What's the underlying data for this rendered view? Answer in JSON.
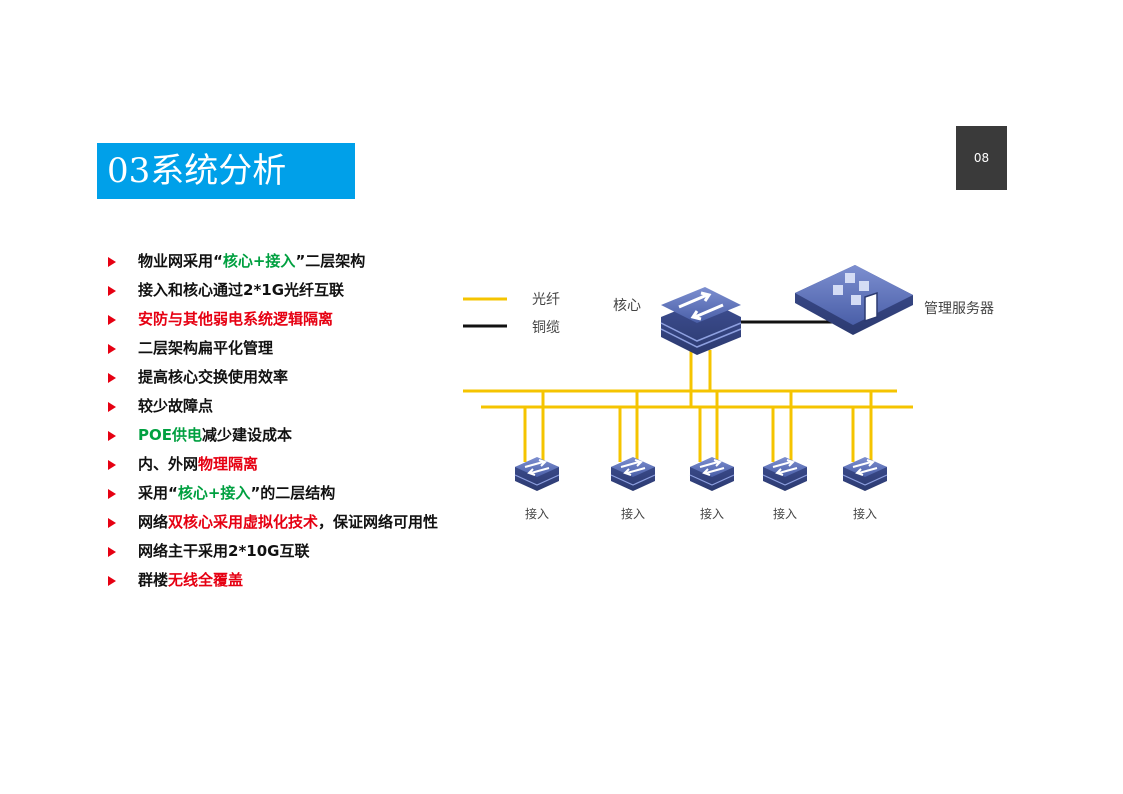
{
  "title": "03系统分析",
  "page_number": "08",
  "bullets": [
    {
      "parts": [
        {
          "text": "物业网采用“"
        },
        {
          "text": "核心+接入",
          "hl": "green"
        },
        {
          "text": "”二层架构"
        }
      ]
    },
    {
      "parts": [
        {
          "text": "接入和核心通过2*1G光纤互联"
        }
      ]
    },
    {
      "parts": [
        {
          "text": "安防与其他弱电系统逻辑隔离",
          "hl": "red"
        }
      ]
    },
    {
      "parts": [
        {
          "text": "二层架构扁平化管理"
        }
      ]
    },
    {
      "parts": [
        {
          "text": "提高核心交换使用效率"
        }
      ]
    },
    {
      "parts": [
        {
          "text": "较少故障点"
        }
      ]
    },
    {
      "parts": [
        {
          "text": "POE供电",
          "hl": "green"
        },
        {
          "text": "减少建设成本"
        }
      ]
    },
    {
      "parts": [
        {
          "text": "内、外网"
        },
        {
          "text": "物理隔离",
          "hl": "red"
        }
      ]
    },
    {
      "parts": [
        {
          "text": "采用“"
        },
        {
          "text": "核心+接入",
          "hl": "green"
        },
        {
          "text": "”的二层结构"
        }
      ]
    },
    {
      "parts": [
        {
          "text": "网络"
        },
        {
          "text": "双核心采用虚拟化技术",
          "hl": "red"
        },
        {
          "text": "，保证网络可用性"
        }
      ]
    },
    {
      "parts": [
        {
          "text": "网络主干采用2*10G互联"
        }
      ]
    },
    {
      "parts": [
        {
          "text": "群楼"
        },
        {
          "text": "无线全覆盖",
          "hl": "red"
        }
      ]
    }
  ],
  "diagram": {
    "legend": [
      {
        "label": "光纤",
        "color": "#f5c400"
      },
      {
        "label": "铜缆",
        "color": "#111111"
      }
    ],
    "core_label": "核心",
    "server_label": "管理服务器",
    "access_labels": [
      "接入",
      "接入",
      "接入",
      "接入",
      "接入"
    ],
    "switch_color": "#4a5fa8",
    "fiber_color": "#f5c400",
    "copper_color": "#111111"
  },
  "colors": {
    "title_bg": "#00a0e9",
    "page_badge_bg": "#3a3a3a",
    "highlight_green": "#00a040",
    "highlight_red": "#e60012",
    "bullet_arrow": "#e60012"
  }
}
